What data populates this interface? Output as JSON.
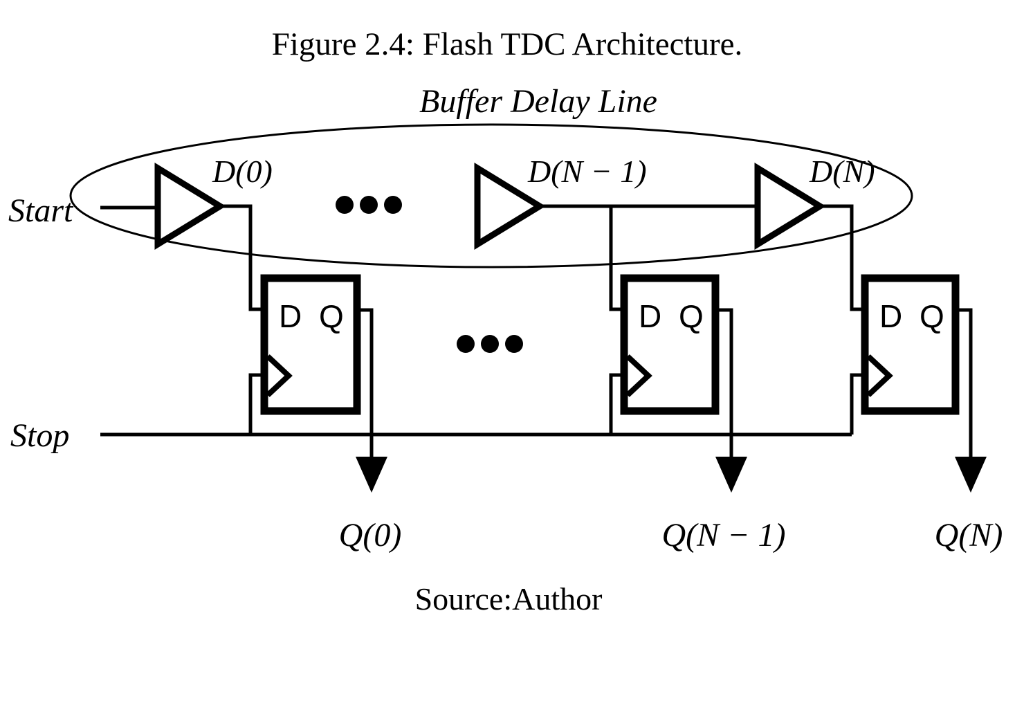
{
  "figure": {
    "title": "Figure 2.4: Flash TDC Architecture.",
    "source": "Source:Author"
  },
  "diagram": {
    "delay_line_label": "Buffer Delay Line",
    "signals": {
      "start": "Start",
      "stop": "Stop"
    },
    "buffers": [
      {
        "tap_label": "D(0)"
      },
      {
        "tap_label": "D(N − 1)"
      },
      {
        "tap_label": "D(N)"
      }
    ],
    "flipflops": [
      {
        "ports": "D Q",
        "output": "Q(0)"
      },
      {
        "ports": "D Q",
        "output": "Q(N − 1)"
      },
      {
        "ports": "D Q",
        "output": "Q(N)"
      }
    ],
    "colors": {
      "ink": "#000000",
      "paper": "#ffffff"
    }
  }
}
